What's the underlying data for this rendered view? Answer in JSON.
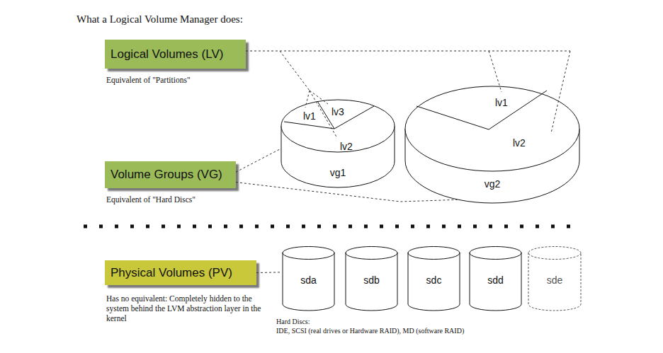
{
  "diagram": {
    "title": "What a Logical Volume Manager does:",
    "nodes": [
      {
        "text": [
          "Logical Volumes (LV)"
        ]
      },
      {
        "text": [
          "vg1"
        ]
      },
      {
        "text": [
          "vg2"
        ]
      },
      {
        "text": [
          "Volume Groups (VG)"
        ]
      },
      {
        "text": [
          "Physical Volumes (PV)"
        ]
      },
      {
        "text": [
          "sda"
        ]
      },
      {
        "text": [
          "sdb"
        ]
      },
      {
        "text": [
          "sdc"
        ]
      },
      {
        "text": [
          "sdd"
        ]
      },
      {
        "text": [
          "sde"
        ]
      }
    ],
    "edges": [
      {
        "from": 3,
        "to": 1,
        "arrow": "none"
      },
      {
        "from": 3,
        "to": 2,
        "arrow": "none"
      },
      {
        "from": 4,
        "to": 5,
        "arrow": "none"
      }
    ],
    "labels": [
      "Equivalent of \"Partitions\"",
      "Equivalent of \"Hard Discs\"",
      "Has no equivalent: Completely hidden to the system behind the LVM abstraction layer in the kernel",
      "lv1",
      "lv3",
      "lv2",
      "lv1",
      "lv2",
      "Hard Discs:",
      "IDE, SCSI (real drives or Hardware RAID), MD (software RAID)"
    ]
  }
}
